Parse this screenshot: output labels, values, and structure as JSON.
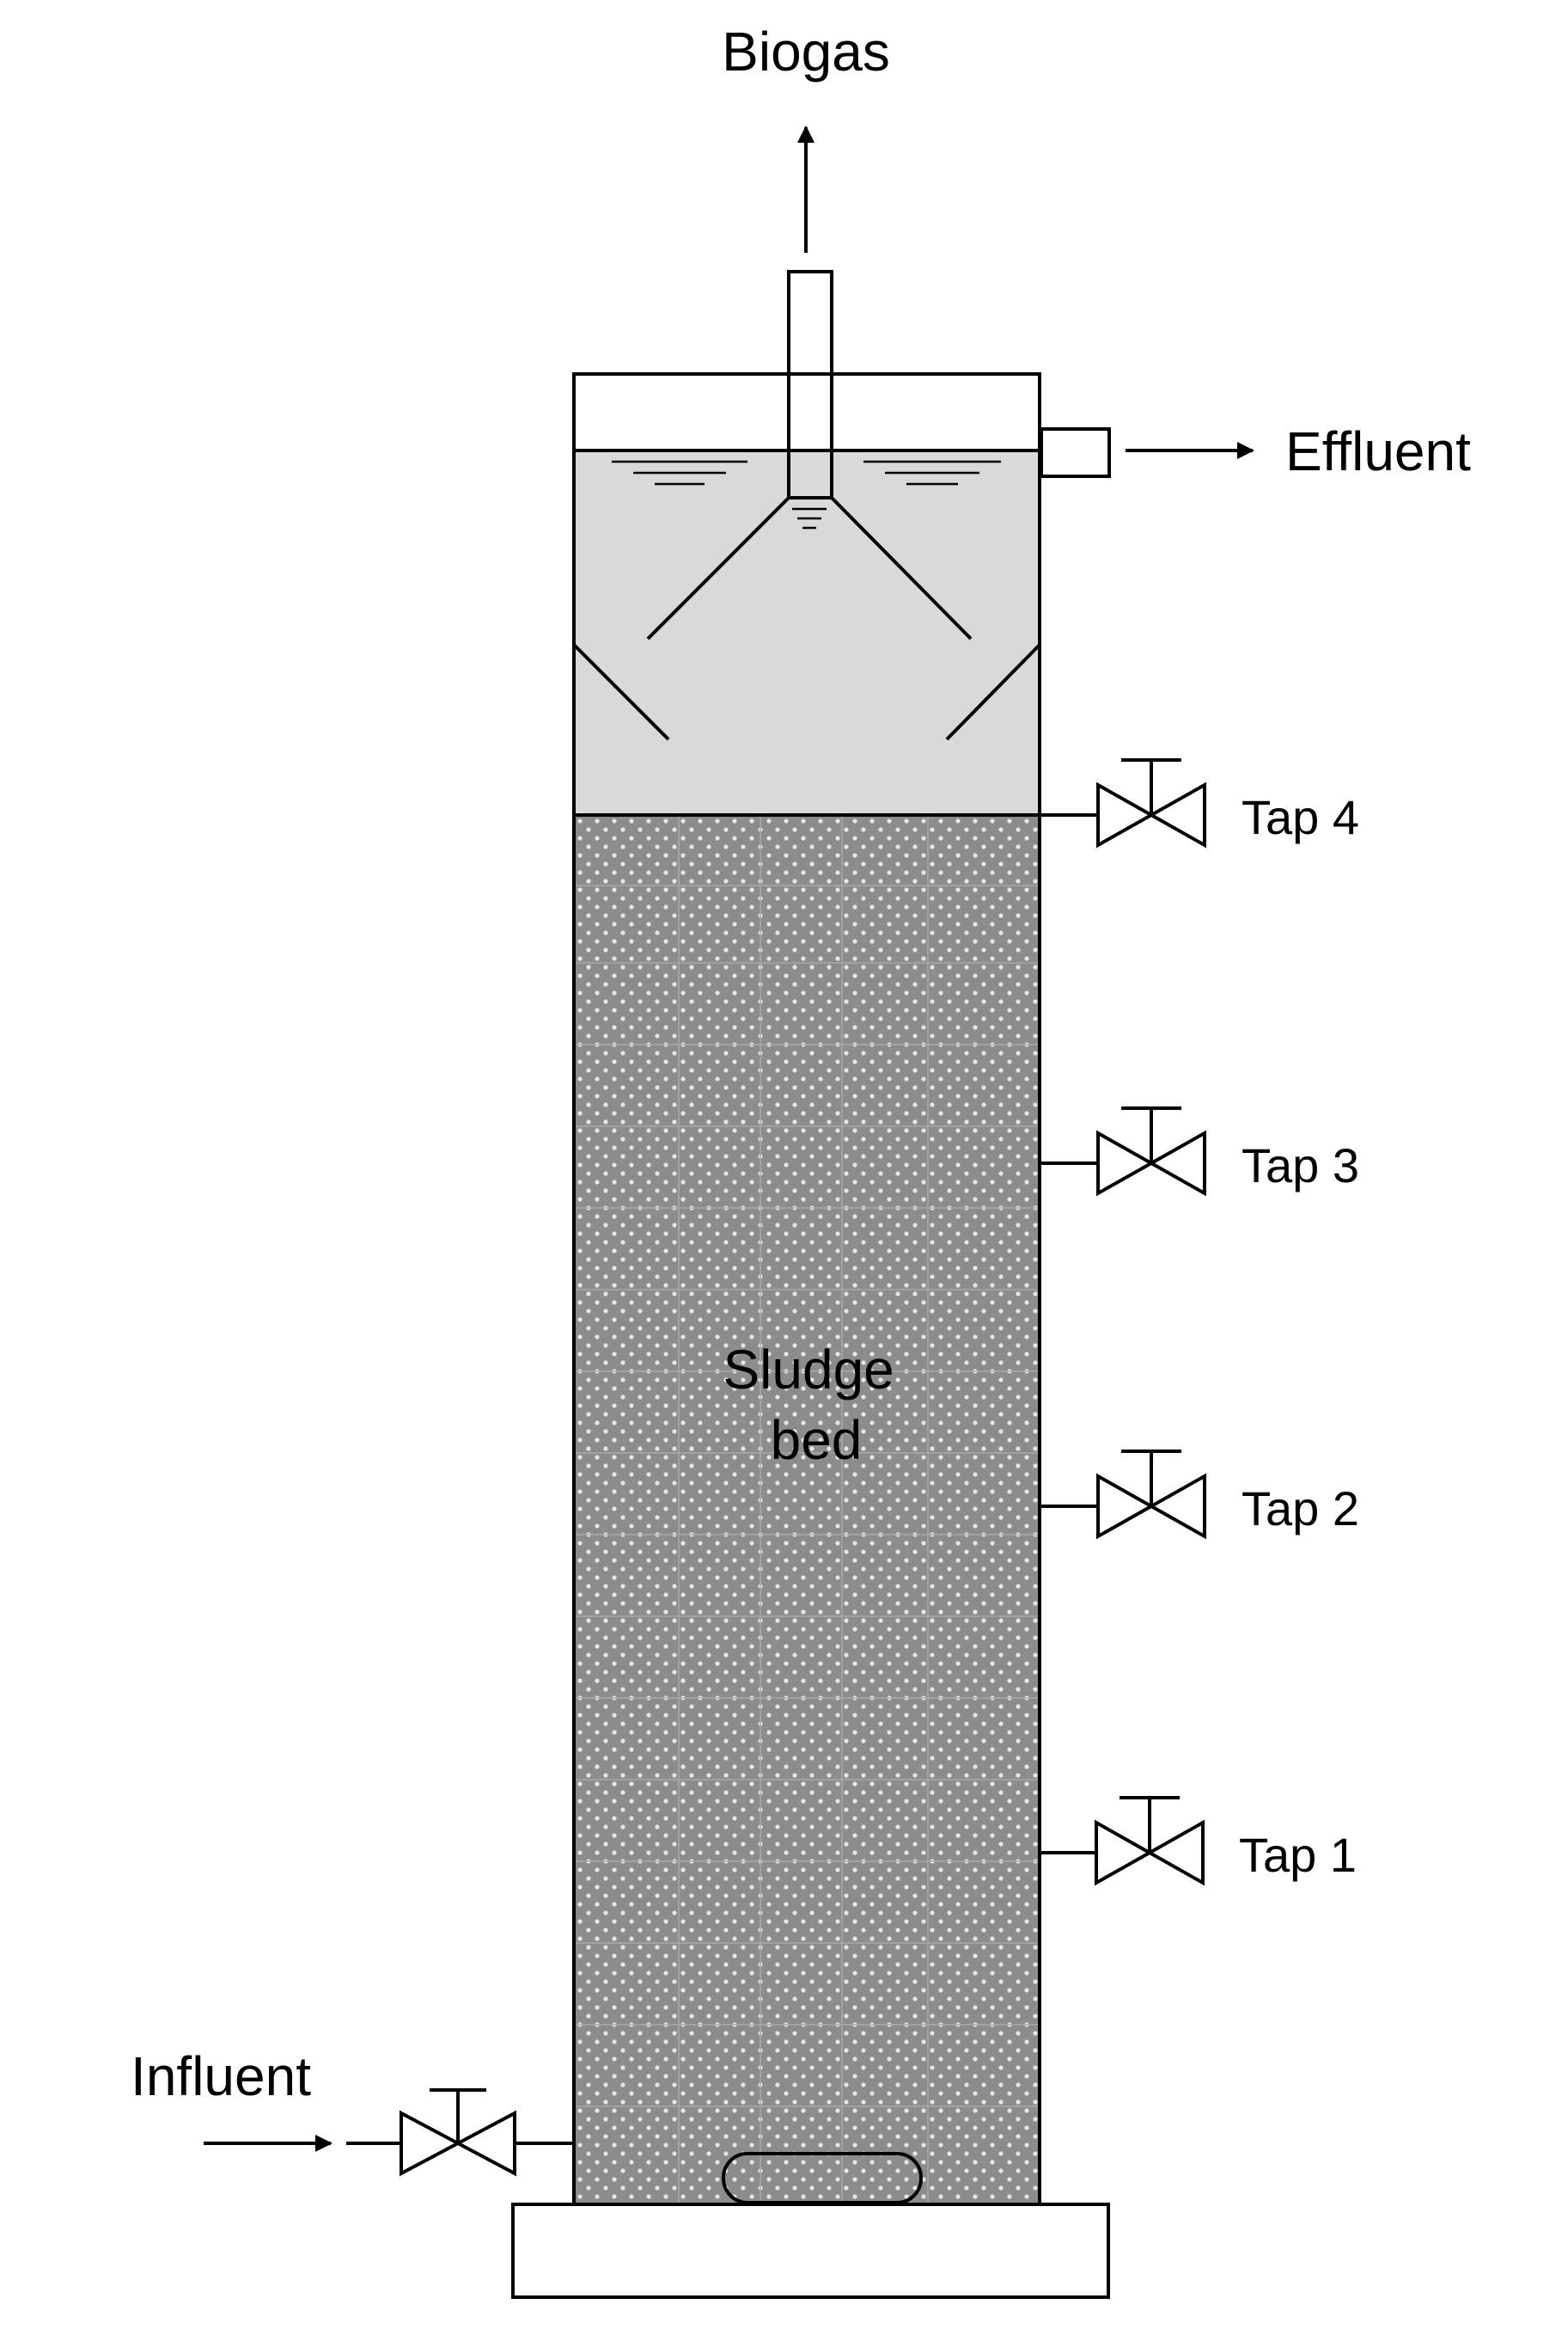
{
  "labels": {
    "biogas": "Biogas",
    "effluent": "Effluent",
    "influent": "Influent",
    "sludge_line1": "Sludge",
    "sludge_line2": "bed"
  },
  "taps": [
    {
      "id": "tap-4",
      "label": "Tap 4"
    },
    {
      "id": "tap-3",
      "label": "Tap 3"
    },
    {
      "id": "tap-2",
      "label": "Tap 2"
    },
    {
      "id": "tap-1",
      "label": "Tap 1"
    }
  ],
  "colors": {
    "stroke": "#000000",
    "liquid": "#d9d9d9",
    "sludge": "#8c8c8c",
    "sludge_dots": "#e6e6e6",
    "background": "#ffffff"
  }
}
